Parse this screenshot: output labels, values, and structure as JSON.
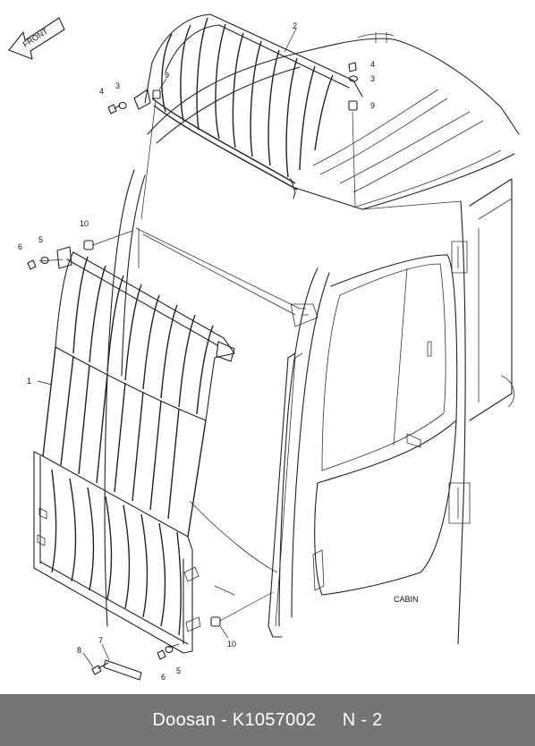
{
  "direction_label": "FRONT",
  "cabin_label": "CABIN",
  "callouts": {
    "guard_front": "1",
    "guard_top": "2",
    "washer_a": "3",
    "bolt_a": "4",
    "washer_b": "5",
    "bolt_b": "6",
    "stay_bar": "7",
    "pin": "8",
    "spacer_a": "9",
    "spacer_b": "10"
  },
  "footer": {
    "brand": "Doosan",
    "separator": " - ",
    "part_number": "K1057002",
    "gap": "     ",
    "section": "N - 2"
  },
  "colors": {
    "footer_background": "#757575",
    "footer_text": "#ffffff",
    "line": "#222222"
  }
}
